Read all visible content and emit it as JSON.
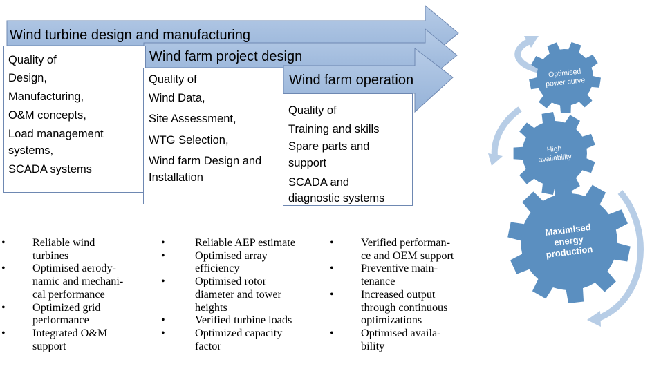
{
  "stages": [
    {
      "title": "Wind turbine design and manufacturing",
      "lines": [
        "Quality of",
        "Design,",
        "Manufacturing,",
        "O&M concepts,",
        "Load management",
        "systems,",
        "SCADA systems"
      ]
    },
    {
      "title": "Wind farm project design",
      "lines": [
        "Quality of",
        "Wind Data,",
        "Site Assessment,",
        "WTG Selection,",
        "Wind farm Design and",
        "Installation"
      ]
    },
    {
      "title": "Wind farm operation",
      "lines": [
        "Quality of",
        "Training and skills",
        "Spare parts and",
        "support",
        "SCADA and",
        "diagnostic systems"
      ]
    }
  ],
  "benefits": [
    [
      "Reliable wind",
      "turbines",
      "Optimised aerody-",
      "namic and mechani-",
      "cal performance",
      "Optimized grid",
      "performance",
      "Integrated O&M",
      "support"
    ],
    [
      "Reliable AEP estimate",
      "Optimised array",
      "efficiency",
      "Optimised rotor",
      "diameter and tower",
      "heights",
      "Verified turbine loads",
      "Optimized capacity",
      "factor"
    ],
    [
      "Verified performan-",
      "ce and OEM support",
      "Preventive main-",
      "tenance",
      "Increased output",
      "through continuous",
      "optimizations",
      "Optimised availa-",
      "bility"
    ]
  ],
  "gears": [
    {
      "lines": [
        "Optimised",
        "power curve"
      ]
    },
    {
      "lines": [
        "High",
        "availability"
      ]
    },
    {
      "lines": [
        "Maximised",
        "energy",
        "production"
      ]
    }
  ],
  "colors": {
    "arrow_fill": "#a9c1e0",
    "arrow_stroke": "#6e88b2",
    "gear": "#5b8fc0",
    "cycle_arrow": "#b7cde6"
  }
}
